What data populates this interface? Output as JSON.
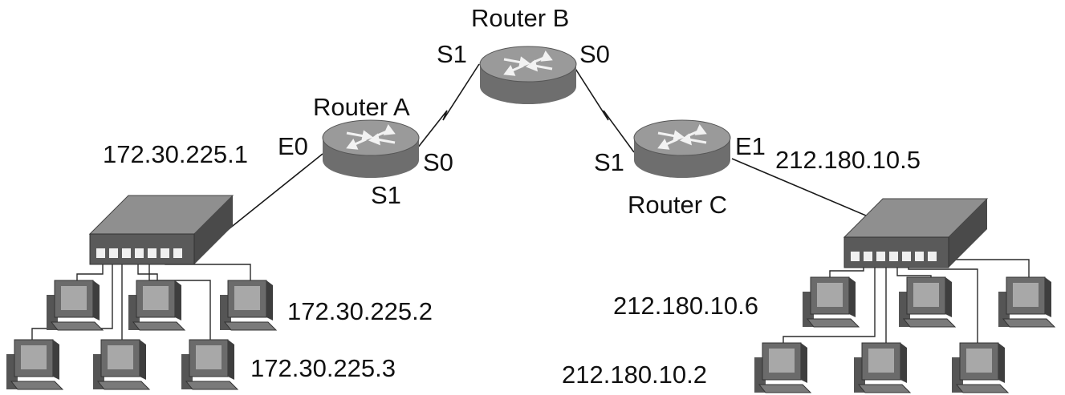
{
  "colors": {
    "router_top": "#9a9a9a",
    "router_side": "#6e6e6e",
    "switch_top": "#8f8f8f",
    "switch_side": "#5a5a5a",
    "pc_body": "#6b6b6b",
    "screen": "#a8a8a8",
    "line": "#1a1a1a"
  },
  "routers": {
    "a": {
      "name": "Router A",
      "e0": "E0",
      "s0": "S0",
      "s1": "S1",
      "e0_ip": "172.30.225.1"
    },
    "b": {
      "name": "Router B",
      "s0": "S0",
      "s1": "S1"
    },
    "c": {
      "name": "Router C",
      "e1": "E1",
      "s1": "S1",
      "e1_ip": "212.180.10.5"
    }
  },
  "left_lan": {
    "hosts": [
      {
        "ip": "172.30.225.2"
      },
      {
        "ip": "172.30.225.3"
      }
    ]
  },
  "right_lan": {
    "hosts": [
      {
        "ip": "212.180.10.6"
      },
      {
        "ip": "212.180.10.2"
      }
    ]
  }
}
